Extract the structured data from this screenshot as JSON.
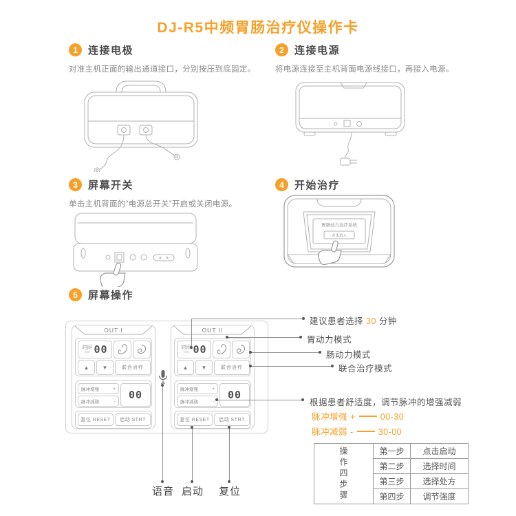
{
  "page": {
    "title": "DJ-R5中频胃肠治疗仪操作卡"
  },
  "colors": {
    "accent": "#F5A028",
    "heading": "#4a4a4a",
    "body_text": "#8a8a8a"
  },
  "steps": [
    {
      "num": "1",
      "title": "连接电极",
      "desc": "对准主机正面的输出通道接口，分别按压到底固定。"
    },
    {
      "num": "2",
      "title": "连接电源",
      "desc": "将电源连接至主机背面电源线接口，再接入电源。"
    },
    {
      "num": "3",
      "title": "屏幕开关",
      "desc": "单击主机背面的“电源总开关”开启或关闭电源。"
    },
    {
      "num": "4",
      "title": "开始治疗",
      "desc": ""
    },
    {
      "num": "5",
      "title": "屏幕操作",
      "desc": ""
    }
  ],
  "device_screen": {
    "title": "胃肠动力治疗系统",
    "button": "点击进入"
  },
  "panel": {
    "out1_label": "OUT I",
    "out2_label": "OUT II",
    "time_label": "时间",
    "time_unit": "min",
    "time_value": "00",
    "up_glyph": "▲",
    "down_glyph": "▼",
    "combo_label": "联合治疗",
    "pulse_up_label": "脉冲增强",
    "pulse_up_sign": "+",
    "pulse_down_label": "脉冲减弱",
    "pulse_down_sign": "-",
    "intensity_value": "00",
    "reset_label": "复位 RESET",
    "start_label": "启动 STRT"
  },
  "annotations": {
    "time_note_prefix": "建议患者选择",
    "time_note_value": "30",
    "time_note_suffix": "分钟",
    "stomach_mode": "胃动力模式",
    "intestine_mode": "肠动力模式",
    "combo_mode": "联合治疗模式",
    "comfort_note": "根据患者舒适度，调节脉冲的增强减弱",
    "pulse_up_label": "脉冲增强 +",
    "pulse_up_range": "00-30",
    "pulse_down_label": "脉冲减弱 -",
    "pulse_down_range": "30-00",
    "voice_label": "语音",
    "start_label": "启动",
    "reset_label": "复位"
  },
  "table": {
    "row_header": "操作四步骤",
    "rows": [
      {
        "step": "第一步",
        "action": "点击启动"
      },
      {
        "step": "第二步",
        "action": "选择时间"
      },
      {
        "step": "第三步",
        "action": "选择处方"
      },
      {
        "step": "第四步",
        "action": "调节强度"
      }
    ]
  }
}
